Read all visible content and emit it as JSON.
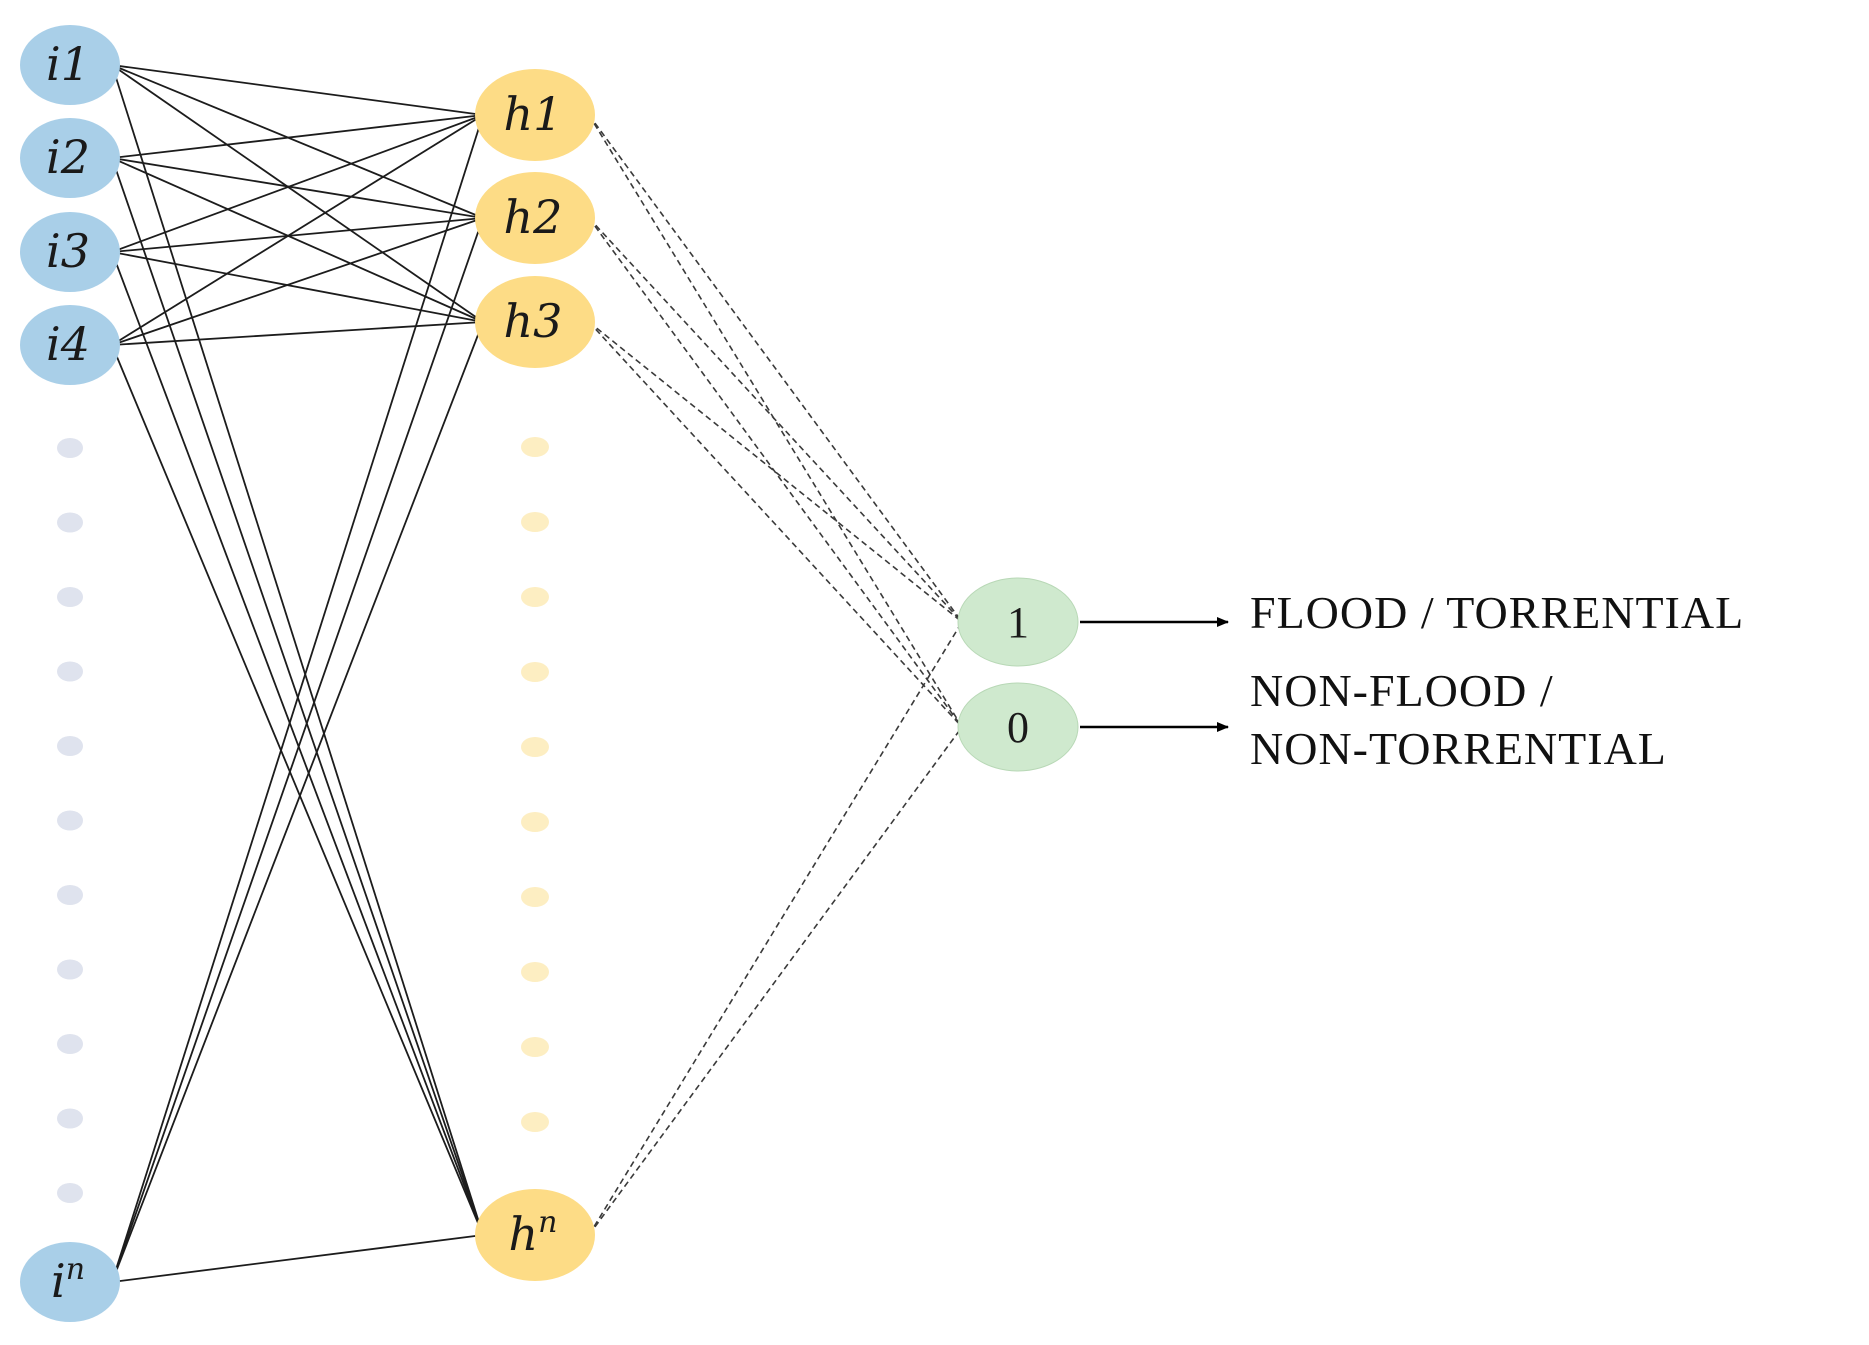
{
  "colors": {
    "input": "#a9cfe8",
    "hidden": "#fddc86",
    "output": "#cfe9ce",
    "input_dot": "#dfe3ee",
    "hidden_dot": "#fdeec2"
  },
  "input_nodes": [
    {
      "base": "i1",
      "sup": ""
    },
    {
      "base": "i2",
      "sup": ""
    },
    {
      "base": "i3",
      "sup": ""
    },
    {
      "base": "i4",
      "sup": ""
    },
    {
      "base": "i",
      "sup": "n"
    }
  ],
  "hidden_nodes": [
    {
      "base": "h1",
      "sup": ""
    },
    {
      "base": "h2",
      "sup": ""
    },
    {
      "base": "h3",
      "sup": ""
    },
    {
      "base": "h",
      "sup": "n"
    }
  ],
  "output_nodes": [
    {
      "label": "1"
    },
    {
      "label": "0"
    }
  ],
  "classes": [
    {
      "lines": [
        "FLOOD / TORRENTIAL"
      ]
    },
    {
      "lines": [
        "NON-FLOOD /",
        "NON-TORRENTIAL"
      ]
    }
  ]
}
